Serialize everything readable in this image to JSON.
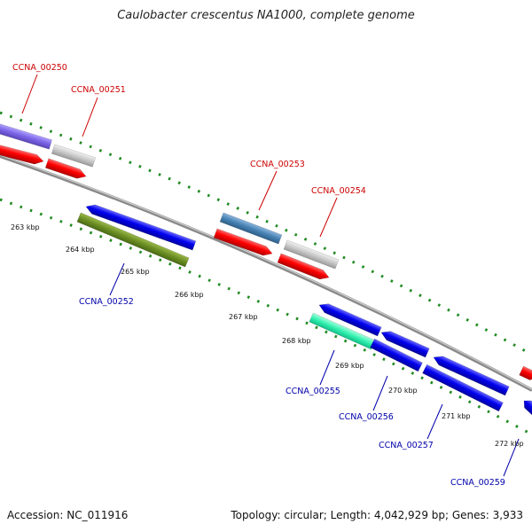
{
  "title": "Caulobacter crescentus NA1000, complete genome",
  "footer": {
    "accession": "Accession: NC_011916",
    "summary": "Topology: circular; Length: 4,042,929 bp; Genes: 3,933"
  },
  "colors": {
    "forward_label": "#cc0000",
    "reverse_label": "#0000aa",
    "backbone": "#8a8a8a",
    "tick_dots": "#228b22"
  },
  "ticks": [
    "263 kbp",
    "264 kbp",
    "265 kbp",
    "266 kbp",
    "267 kbp",
    "268 kbp",
    "269 kbp",
    "270 kbp",
    "271 kbp",
    "272 kbp"
  ],
  "labels": {
    "ccna_00250": "CCNA_00250",
    "ccna_00251": "CCNA_00251",
    "ccna_00253": "CCNA_00253",
    "ccna_00254": "CCNA_00254",
    "ccna_00252": "CCNA_00252",
    "ccna_00255": "CCNA_00255",
    "ccna_00256": "CCNA_00256",
    "ccna_00257": "CCNA_00257",
    "ccna_00259": "CCNA_00259"
  }
}
